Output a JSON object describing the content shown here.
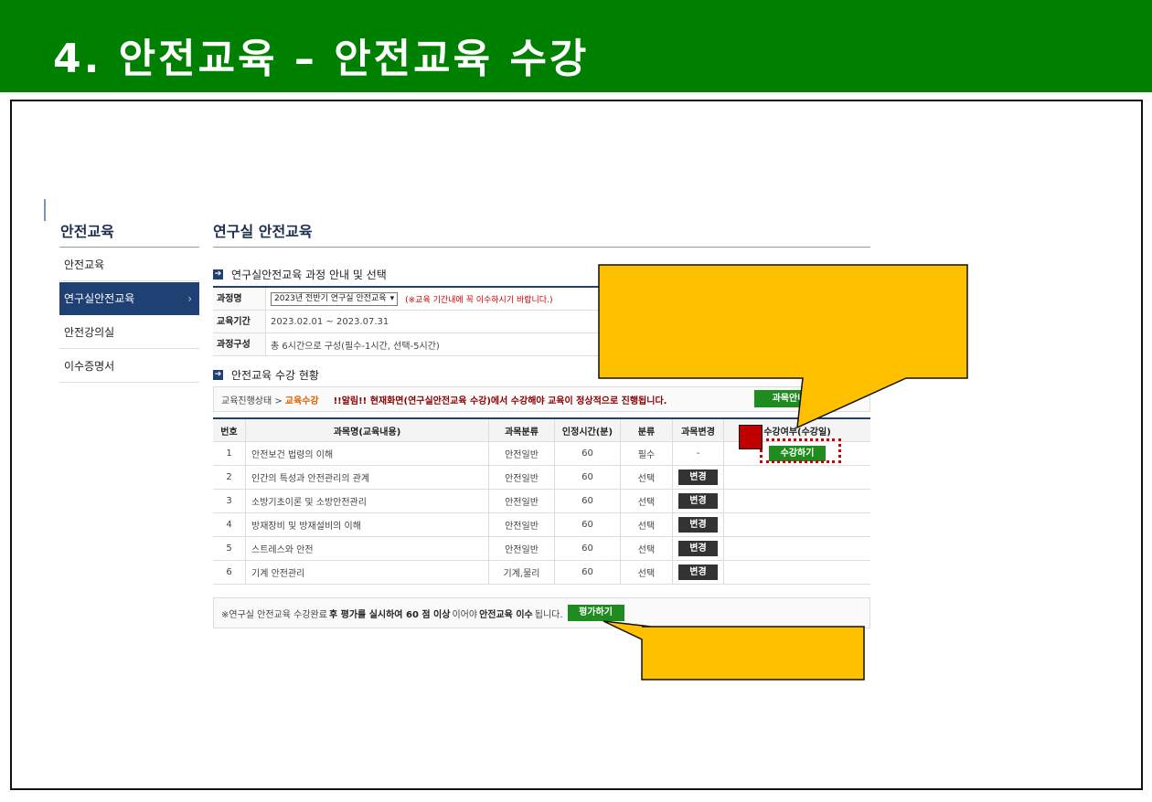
{
  "banner": {
    "title": "4. 안전교육 – 안전교육 수강"
  },
  "sidebar": {
    "title": "안전교육",
    "items": [
      {
        "label": "안전교육"
      },
      {
        "label": "연구실안전교육",
        "chevron": "›"
      },
      {
        "label": "안전강의실"
      },
      {
        "label": "이수증명서"
      }
    ]
  },
  "main": {
    "title": "연구실 안전교육",
    "section1": {
      "title": "연구실안전교육 과정 안내 및 선택"
    },
    "info": {
      "course_label": "과정명",
      "course_value": "2023년 전반기 연구실 안전교육",
      "course_note": "(※교육 기간내에 꼭 이수하시기 바랍니다.)",
      "period_label": "교육기간",
      "period_value": "2023.02.01 ~ 2023.07.31",
      "comp_label": "과정구성",
      "comp_value": "총 6시간으로 구성(필수-1시간, 선택-5시간)"
    },
    "section2": {
      "title": "안전교육 수강 현황"
    },
    "status": {
      "crumb": "교육진행상태 >",
      "current": "교육수강",
      "alert": "!!알림!! 현재화면(연구실안전교육 수강)에서 수강해야 교육이 정상적으로 진행됩니다.",
      "guide_button": "과목안내"
    },
    "table": {
      "headers": {
        "no": "번호",
        "name": "과목명(교육내용)",
        "cat": "과목분류",
        "time": "인정시간(분)",
        "type": "분류",
        "chg": "과목변경",
        "enr": "수강여부(수강일)"
      },
      "rows": [
        {
          "no": "1",
          "name": "안전보건 법령의 이해",
          "cat": "안전일반",
          "time": "60",
          "type": "필수",
          "chg": "-"
        },
        {
          "no": "2",
          "name": "인간의 특성과 안전관리의 관계",
          "cat": "안전일반",
          "time": "60",
          "type": "선택",
          "chg": "변경"
        },
        {
          "no": "3",
          "name": "소방기초이론 및 소방안전관리",
          "cat": "안전일반",
          "time": "60",
          "type": "선택",
          "chg": "변경"
        },
        {
          "no": "4",
          "name": "방재장비 및 방재설비의 이해",
          "cat": "안전일반",
          "time": "60",
          "type": "선택",
          "chg": "변경"
        },
        {
          "no": "5",
          "name": "스트레스와 안전",
          "cat": "안전일반",
          "time": "60",
          "type": "선택",
          "chg": "변경"
        },
        {
          "no": "6",
          "name": "기계 안전관리",
          "cat": "기계,물리",
          "time": "60",
          "type": "선택",
          "chg": "변경"
        }
      ],
      "enroll_button": "수강하기"
    },
    "eval": {
      "text1": "※연구실 안전교육 수강완료",
      "text2": "후 평가를 실시하여 60 점 이상",
      "text3": "이어야",
      "text4": "안전교육 이수",
      "text5": "됩니다.",
      "button": "평가하기"
    }
  },
  "colors": {
    "banner": "#008000",
    "callout": "#FFC000",
    "nav_active": "#1f4072",
    "button_green": "#1e8c1e"
  }
}
